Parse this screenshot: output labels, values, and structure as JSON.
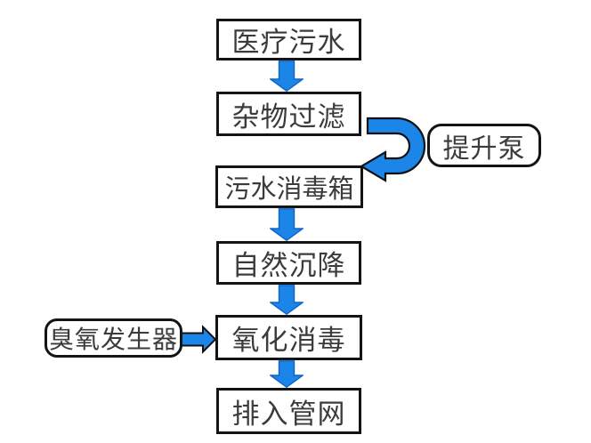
{
  "diagram": {
    "type": "flowchart",
    "background": "#ffffff",
    "colors": {
      "arrow_fill": "#1b85e8",
      "arrow_edge_dark_blue": "#0f63c8",
      "arrow_outline_black": "#111111",
      "box_border": "#141414",
      "box_fill": "#ffffff",
      "text": "#3b3b3b"
    },
    "process_nodes": [
      {
        "id": "medical-sewage",
        "label": "医疗污水",
        "shape": "rectangle"
      },
      {
        "id": "debris-filtration",
        "label": "杂物过滤",
        "shape": "rectangle"
      },
      {
        "id": "sewage-disinfection-tank",
        "label": "污水消毒箱",
        "shape": "rectangle"
      },
      {
        "id": "natural-sedimentation",
        "label": "自然沉降",
        "shape": "rectangle"
      },
      {
        "id": "oxidation-disinfection",
        "label": "氧化消毒",
        "shape": "rectangle"
      },
      {
        "id": "discharge-pipe-network",
        "label": "排入管网",
        "shape": "rectangle"
      }
    ],
    "side_nodes": [
      {
        "id": "lift-pump",
        "label": "提升泵",
        "shape": "rounded-rectangle",
        "position": "right-of-uturn-arrow"
      },
      {
        "id": "ozone-generator",
        "label": "臭氧发生器",
        "shape": "rounded-rectangle",
        "position": "left-of-oxidation-box"
      }
    ],
    "edges": [
      {
        "from": "医疗污水",
        "to": "杂物过滤",
        "type": "straight-down-arrow"
      },
      {
        "from": "杂物过滤",
        "to": "污水消毒箱",
        "type": "u-turn-right-arrow",
        "annotation": "提升泵"
      },
      {
        "from": "污水消毒箱",
        "to": "自然沉降",
        "type": "straight-down-arrow"
      },
      {
        "from": "自然沉降",
        "to": "氧化消毒",
        "type": "straight-down-arrow"
      },
      {
        "from": "臭氧发生器",
        "to": "氧化消毒",
        "type": "straight-right-arrow"
      },
      {
        "from": "氧化消毒",
        "to": "排入管网",
        "type": "straight-down-arrow"
      }
    ]
  }
}
